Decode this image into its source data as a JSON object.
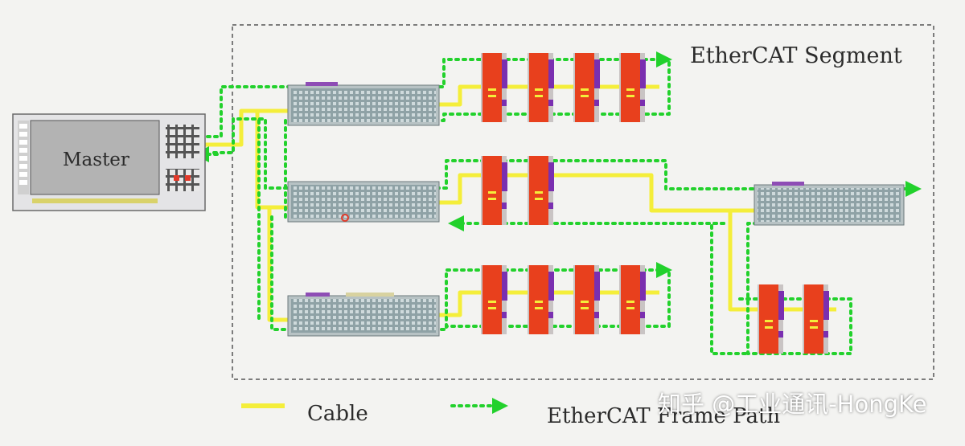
{
  "segment_label": "EtherCAT Segment",
  "master_label": "Master",
  "legend": {
    "cable_label": "Cable",
    "frame_path_label": "EtherCAT Frame Path"
  },
  "watermark": "知乎 @工业通讯-HongKe",
  "colors": {
    "background": "#f3f3f1",
    "cable": "#f4ee3a",
    "frame_path": "#22d12c",
    "slave_module": "#e8401d",
    "module_accent": "#7a2fb0",
    "terminal_block": "#9fb0b4",
    "segment_border": "#555555"
  }
}
